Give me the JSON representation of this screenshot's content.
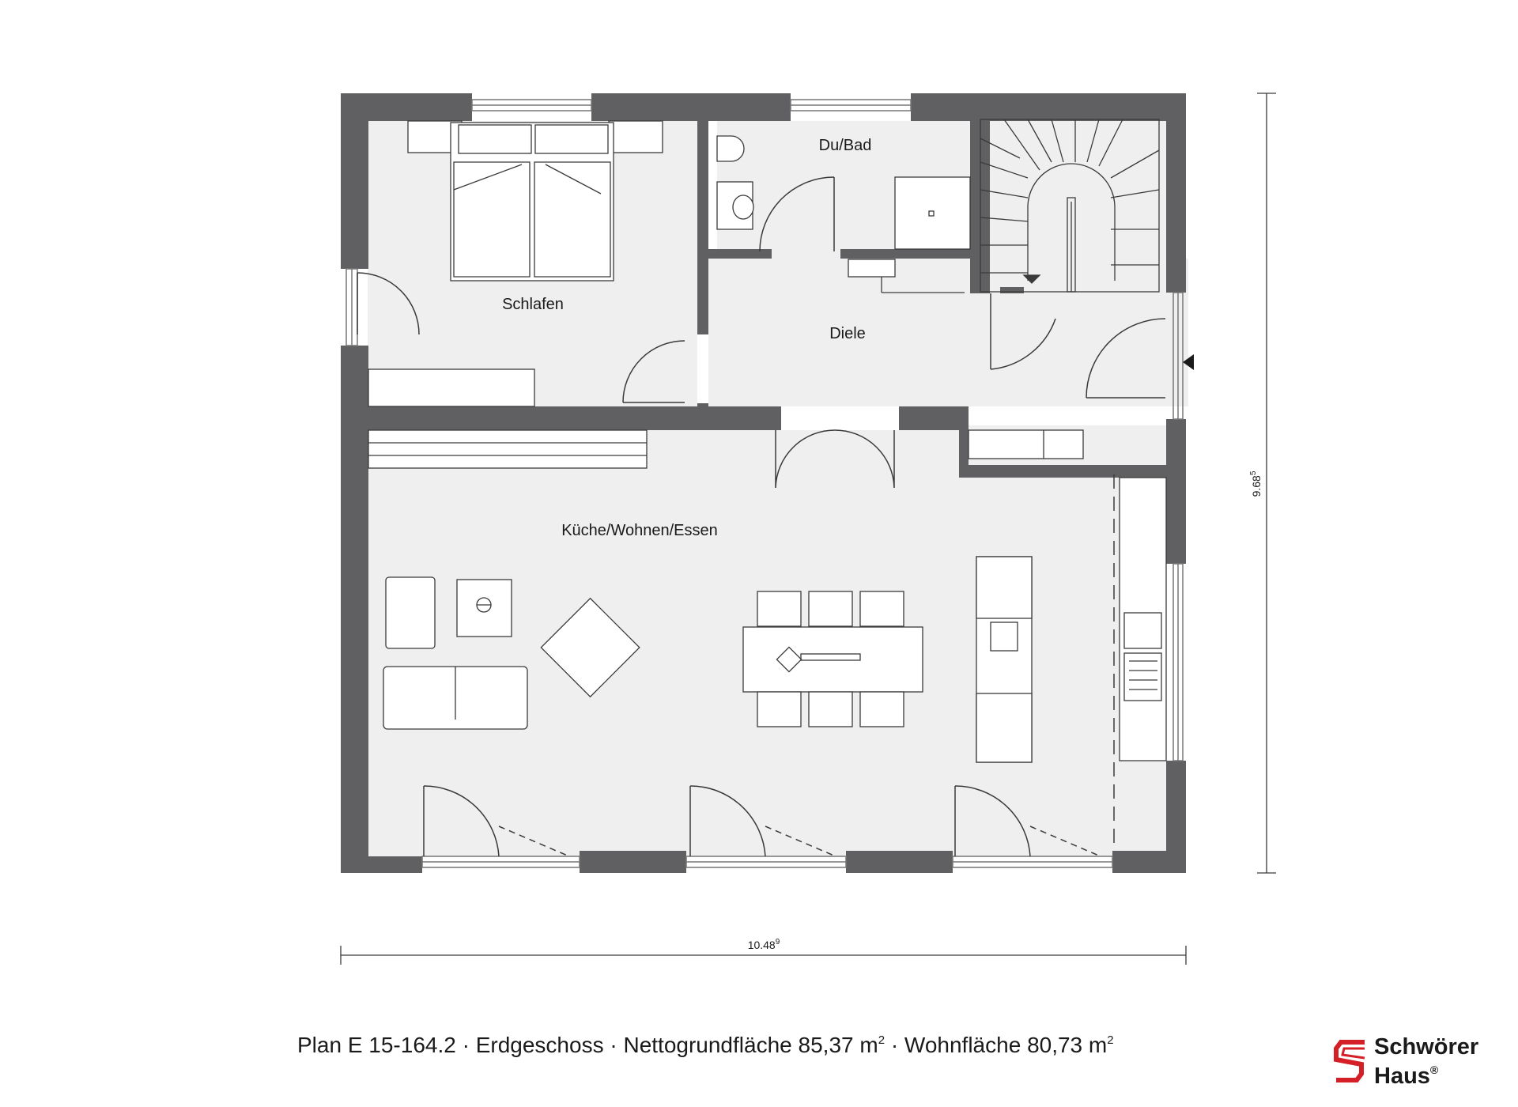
{
  "plan": {
    "rooms": {
      "schlafen": "Schlafen",
      "dubad": "Du/Bad",
      "diele": "Diele",
      "kwe": "Küche/Wohnen/Essen"
    },
    "dimensions": {
      "width": "10.48",
      "width_sup": "9",
      "height": "9.68",
      "height_sup": "5"
    }
  },
  "caption": {
    "plan_id": "Plan E 15-164.2",
    "sep": "·",
    "floor": "Erdgeschoss",
    "net_area_label": "Nettogrundfläche",
    "net_area_value": "85,37 m",
    "living_area_label": "Wohnfläche",
    "living_area_value": "80,73 m",
    "unit_sup": "2"
  },
  "logo": {
    "line1": "Schwörer",
    "line2": "Haus",
    "registered": "®"
  },
  "colors": {
    "wall": "#606062",
    "floor": "#efefef",
    "line": "#3a3a3a",
    "logo_red": "#d41f26"
  }
}
